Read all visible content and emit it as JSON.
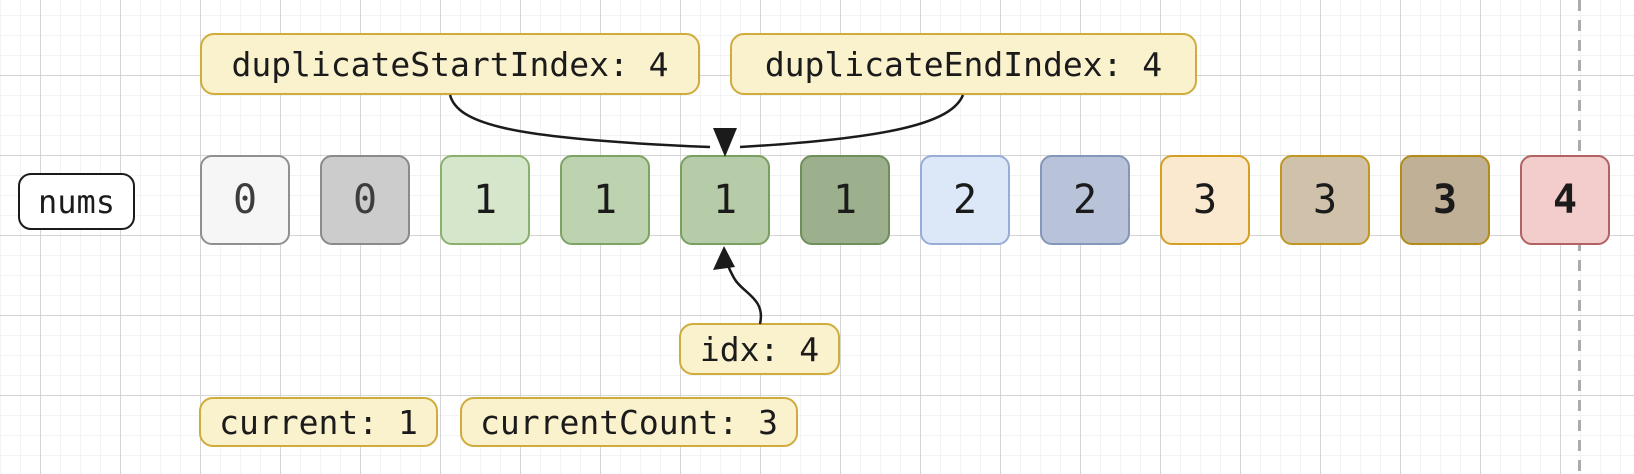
{
  "canvas": {
    "array_name": "nums",
    "cells": [
      {
        "value": "0",
        "fill": "#f6f6f6",
        "border": "#909090",
        "bold": false,
        "text_color": "#3d3d3d"
      },
      {
        "value": "0",
        "fill": "#cccccc",
        "border": "#8a8a8a",
        "bold": false,
        "text_color": "#3d3d3d"
      },
      {
        "value": "1",
        "fill": "#d6e6cb",
        "border": "#8ab06e",
        "bold": false,
        "text_color": "#1b1b1b"
      },
      {
        "value": "1",
        "fill": "#bdd2ae",
        "border": "#7ea465",
        "bold": false,
        "text_color": "#1b1b1b"
      },
      {
        "value": "1",
        "fill": "#b6cba7",
        "border": "#79a05f",
        "bold": false,
        "text_color": "#1b1b1b"
      },
      {
        "value": "1",
        "fill": "#9cb08d",
        "border": "#6f8f5a",
        "bold": false,
        "text_color": "#1b1b1b"
      },
      {
        "value": "2",
        "fill": "#dce7f8",
        "border": "#97acd7",
        "bold": false,
        "text_color": "#1b1b1b"
      },
      {
        "value": "2",
        "fill": "#b8c3d9",
        "border": "#8496bb",
        "bold": false,
        "text_color": "#1b1b1b"
      },
      {
        "value": "3",
        "fill": "#fae8cf",
        "border": "#d3a021",
        "bold": false,
        "text_color": "#1b1b1b"
      },
      {
        "value": "3",
        "fill": "#cfc1aa",
        "border": "#c3971f",
        "bold": false,
        "text_color": "#1b1b1b"
      },
      {
        "value": "3",
        "fill": "#c0b095",
        "border": "#b38c17",
        "bold": true,
        "text_color": "#1b1b1b"
      },
      {
        "value": "4",
        "fill": "#f2cdcc",
        "border": "#b26262",
        "bold": true,
        "text_color": "#1b1b1b"
      }
    ],
    "badges": {
      "duplicate_start": "duplicateStartIndex: 4",
      "duplicate_end": "duplicateEndIndex: 4",
      "idx": "idx: 4",
      "current": "current: 1",
      "current_count": "currentCount: 3"
    },
    "badge_fill": "#faf1cd",
    "badge_border": "#d0ac3c",
    "arrow_color": "#1b1b1b",
    "dashed_line_color": "#ababab",
    "grid_minor_color": "#f3f3f3",
    "grid_major_color": "#d5d5d5"
  }
}
